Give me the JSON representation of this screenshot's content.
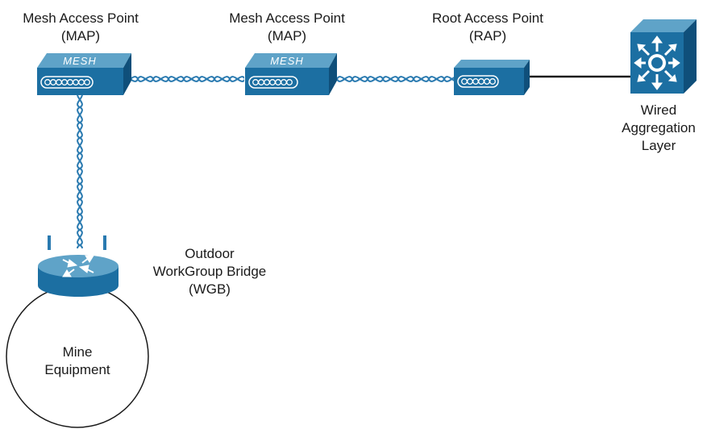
{
  "labels": {
    "map1": {
      "line1": "Mesh Access Point",
      "line2": "(MAP)"
    },
    "map2": {
      "line1": "Mesh Access Point",
      "line2": "(MAP)"
    },
    "rap": {
      "line1": "Root Access Point",
      "line2": "(RAP)"
    },
    "wired": {
      "line1": "Wired",
      "line2": "Aggregation",
      "line3": "Layer"
    },
    "wgb": {
      "line1": "Outdoor",
      "line2": "WorkGroup Bridge",
      "line3": "(WGB)"
    },
    "mine": {
      "line1": "Mine",
      "line2": "Equipment"
    }
  },
  "device_text": {
    "mesh1": "MESH",
    "mesh2": "MESH"
  },
  "icons": {
    "mesh_ap": "mesh-access-point-icon",
    "root_ap": "root-access-point-icon",
    "switch": "layer3-switch-icon",
    "router": "workgroup-bridge-router-icon",
    "wireless_link": "wireless-link-icon",
    "wired_link": "wired-link-icon"
  },
  "colors": {
    "device_top": "#5fa3c8",
    "device_front": "#1c6fa2",
    "device_side": "#0f4f7a",
    "link": "#2a7ab0"
  }
}
